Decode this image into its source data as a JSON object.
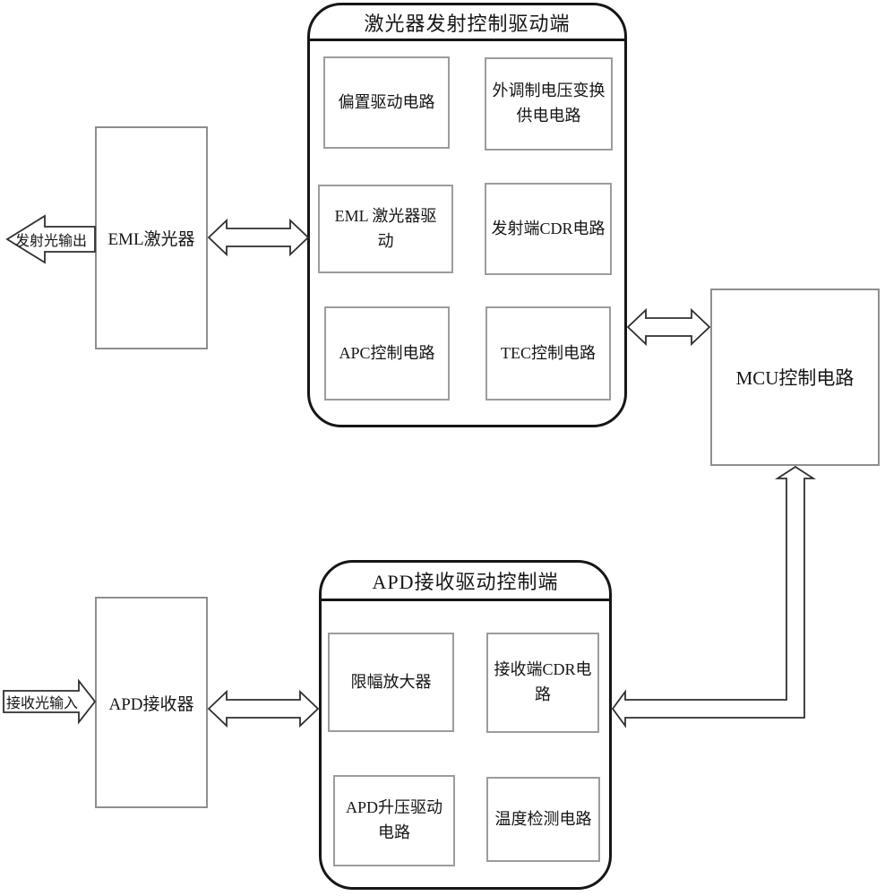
{
  "tx_section": {
    "title": "激光器发射控制驱动端",
    "boxes": [
      {
        "label": "偏置驱动电路"
      },
      {
        "label": "外调制电压变换\n供电电路"
      },
      {
        "label": "EML 激光器驱\n动"
      },
      {
        "label": "发射端CDR电路"
      },
      {
        "label": "APC控制电路"
      },
      {
        "label": "TEC控制电路"
      }
    ]
  },
  "rx_section": {
    "title": "APD接收驱动控制端",
    "boxes": [
      {
        "label": "限幅放大器"
      },
      {
        "label": "接收端CDR电\n路"
      },
      {
        "label": "APD升压驱动\n电路"
      },
      {
        "label": "温度检测电路"
      }
    ]
  },
  "nodes": {
    "eml_laser": {
      "label": "EML激光器"
    },
    "apd_receiver": {
      "label": "APD接收器"
    },
    "mcu": {
      "label": "MCU控制电路"
    }
  },
  "io_labels": {
    "tx_light_output": "发射光输出",
    "rx_light_input": "接收光输入"
  },
  "arrows": [
    {
      "name": "tx-light-output-arrow",
      "direction": "left"
    },
    {
      "name": "rx-light-input-arrow",
      "direction": "right"
    },
    {
      "name": "eml-tx-double-arrow",
      "direction": "both"
    },
    {
      "name": "tx-mcu-double-arrow",
      "direction": "both"
    },
    {
      "name": "apd-rx-double-arrow",
      "direction": "both"
    },
    {
      "name": "rx-mcu-l-arrow",
      "direction": "both"
    }
  ],
  "colors": {
    "background": "#ffffff",
    "container_border": "#161616",
    "inner_box_border": "#9c9c9c",
    "node_box_border": "#8e8e8e",
    "arrow_outline": "#2f2f2f",
    "text": "#161616"
  }
}
